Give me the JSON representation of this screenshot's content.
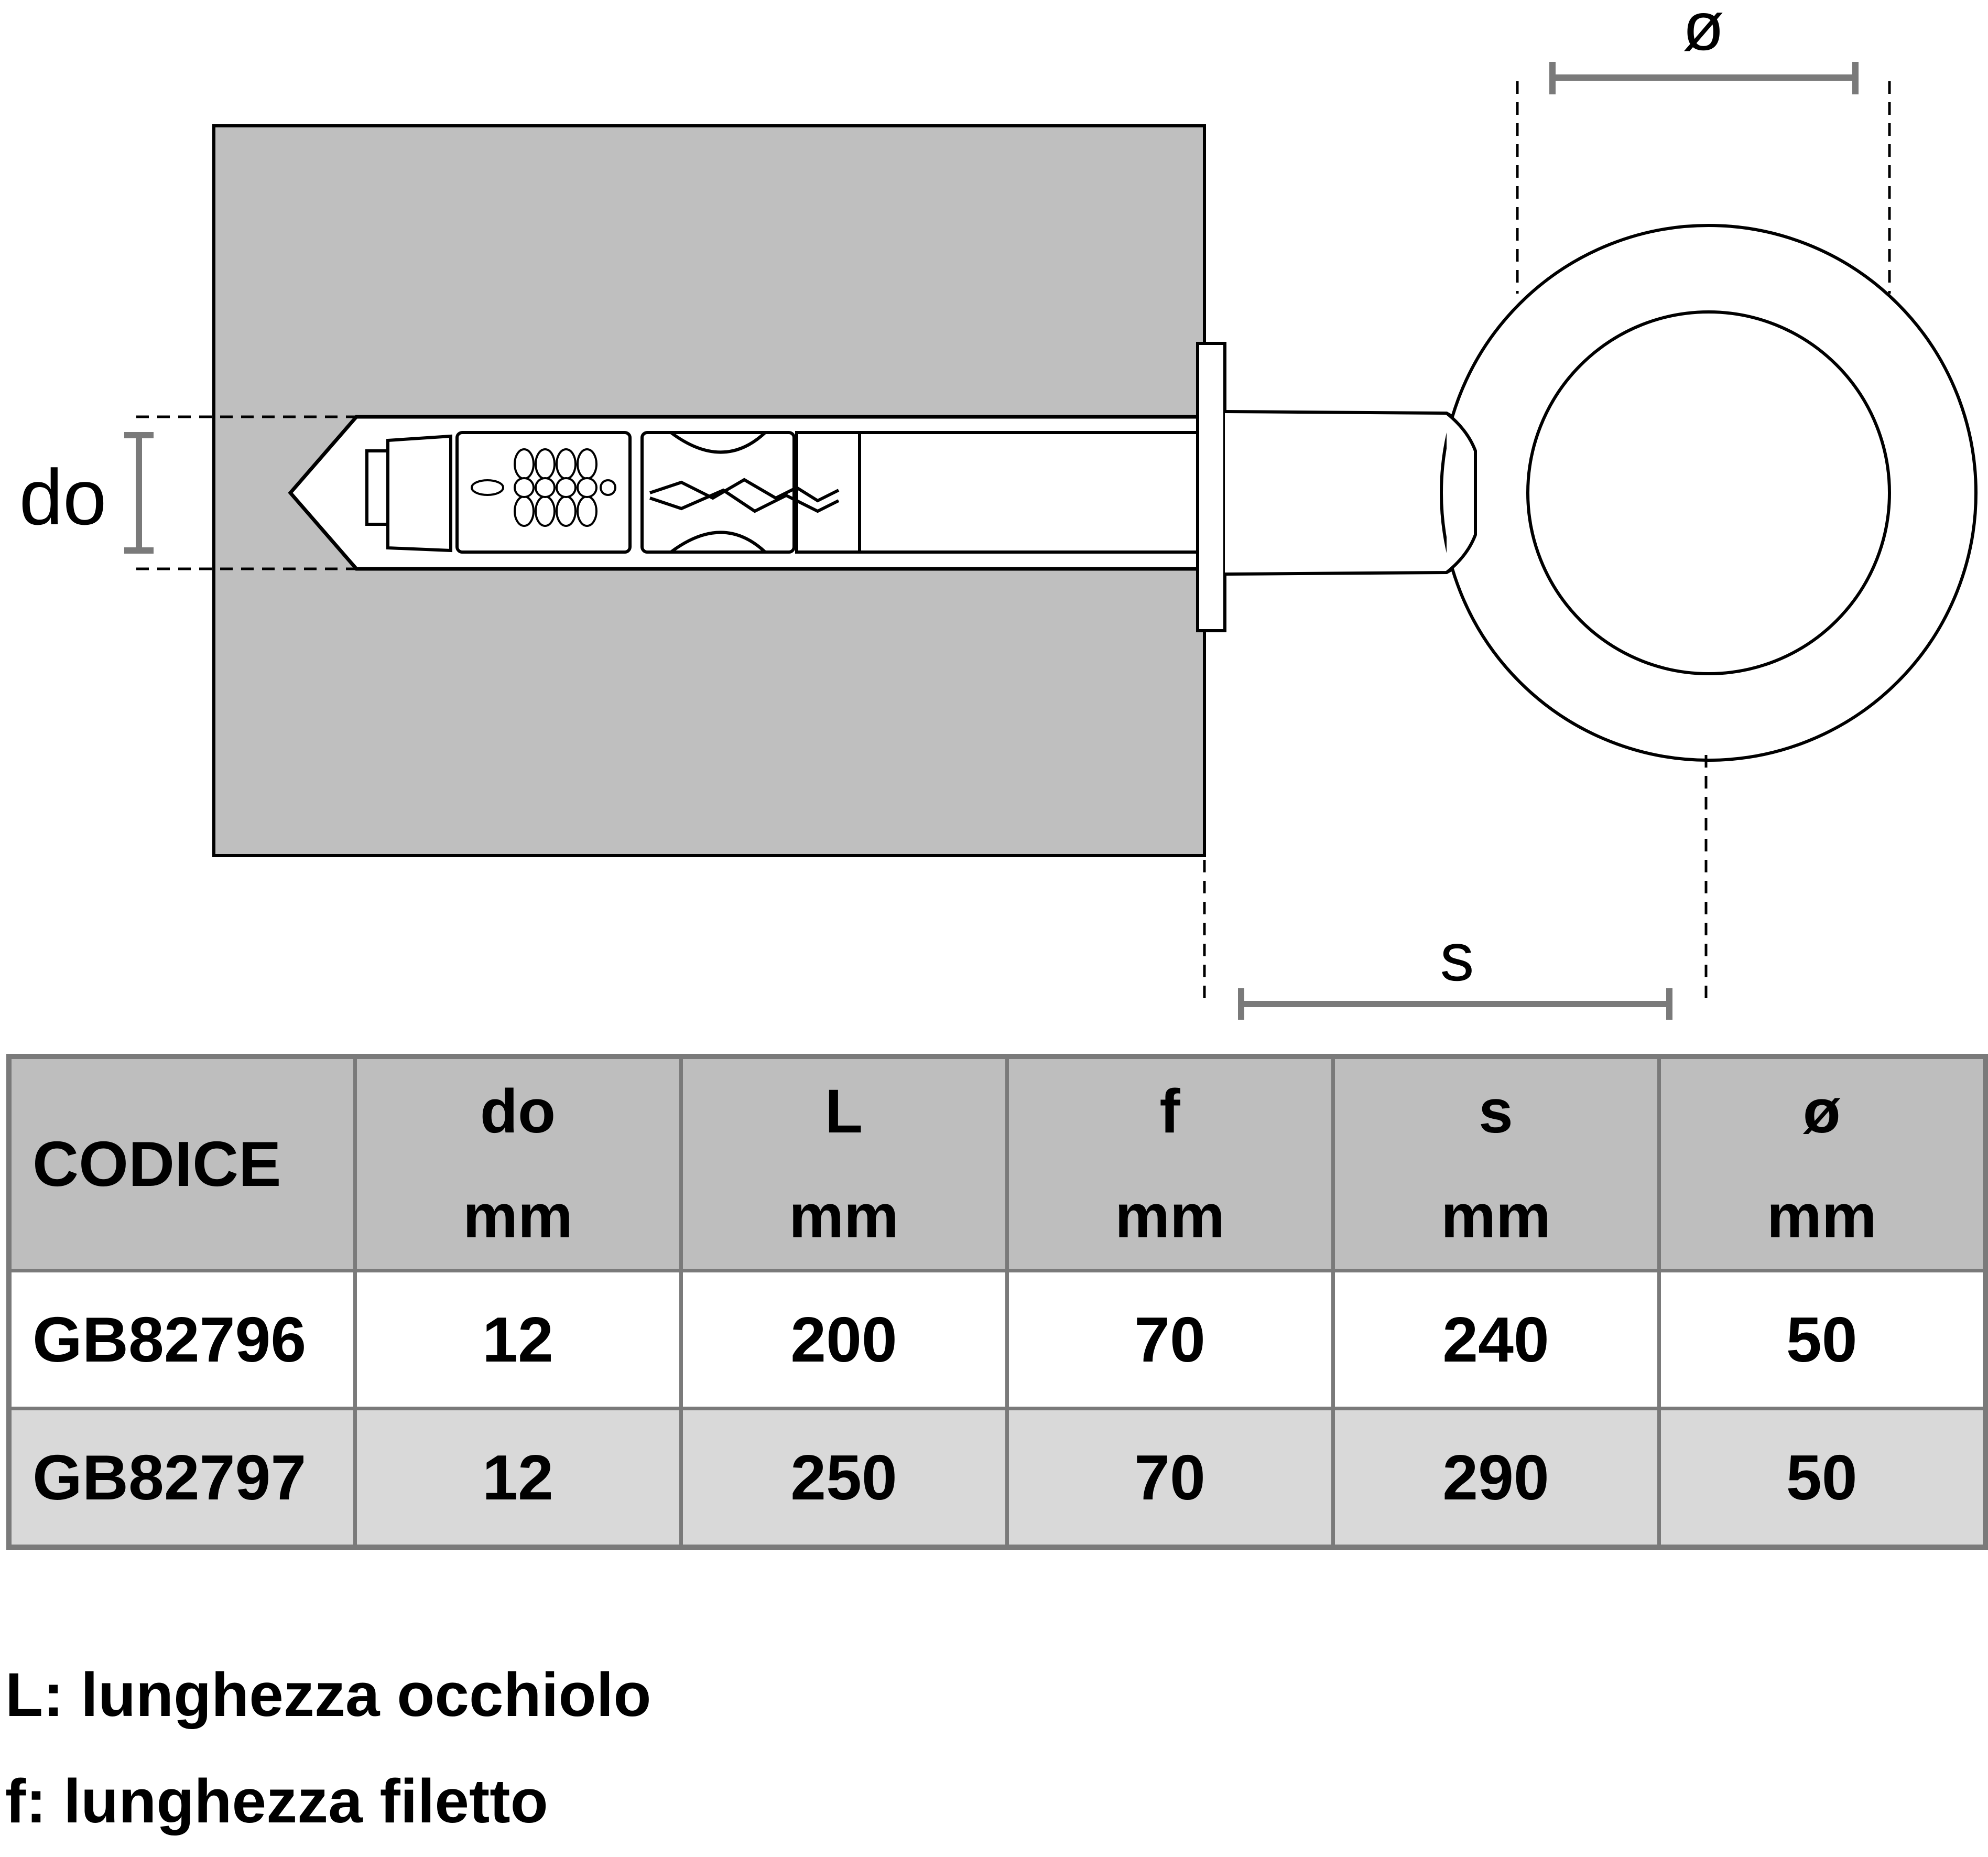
{
  "diagram": {
    "labels": {
      "do": "do",
      "diameter": "ø",
      "s": "s"
    },
    "colors": {
      "material": "#bfbfbf",
      "dimension_line": "#7a7a7a",
      "outline": "#000000"
    }
  },
  "table": {
    "header": {
      "code": "CODICE",
      "columns": [
        {
          "symbol": "do",
          "unit": "mm"
        },
        {
          "symbol": "L",
          "unit": "mm"
        },
        {
          "symbol": "f",
          "unit": "mm"
        },
        {
          "symbol": "s",
          "unit": "mm"
        },
        {
          "symbol": "ø",
          "unit": "mm"
        }
      ]
    },
    "rows": [
      {
        "code": "GB82796",
        "values": [
          "12",
          "200",
          "70",
          "240",
          "50"
        ]
      },
      {
        "code": "GB82797",
        "values": [
          "12",
          "250",
          "70",
          "290",
          "50"
        ]
      }
    ],
    "colors": {
      "header_bg": "#bebebe",
      "row_alt_bg": "#d9d9d9",
      "border": "#7a7a7a"
    }
  },
  "legend": {
    "L": "L: lunghezza occhiolo",
    "f": "f: lunghezza filetto"
  }
}
